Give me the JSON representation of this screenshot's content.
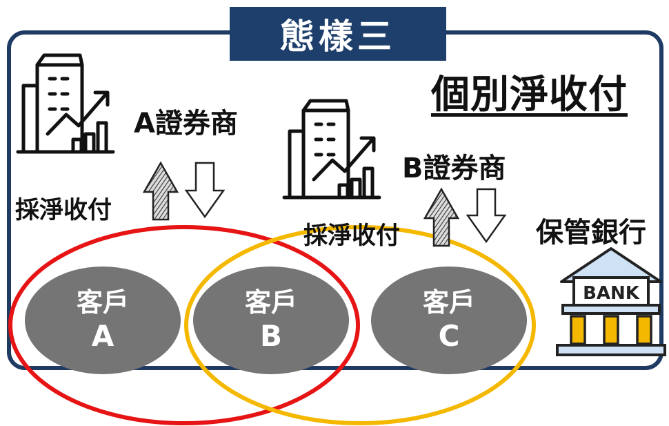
{
  "pattern_tag": "態樣三",
  "title": "個別淨收付",
  "broker_a": {
    "label": "A證券商",
    "icon": "office-building-growth-icon"
  },
  "broker_b": {
    "label": "B證券商",
    "icon": "office-building-growth-icon"
  },
  "net_settlement_a": "採淨收付",
  "net_settlement_b": "採淨收付",
  "custodian": {
    "label": "保管銀行",
    "icon": "bank-building-icon",
    "sign_text": "BANK"
  },
  "clients": [
    {
      "word": "客戶",
      "letter": "A"
    },
    {
      "word": "客戶",
      "letter": "B"
    },
    {
      "word": "客戶",
      "letter": "C"
    }
  ],
  "colors": {
    "frame": "#1f3b63",
    "tag_bg": "#1e3f6c",
    "client_fill": "#757575",
    "group_a_ring": "#e61414",
    "group_b_ring": "#f5b800",
    "bank_roof": "#cfe2f5",
    "bank_pillar": "#f5b800"
  }
}
